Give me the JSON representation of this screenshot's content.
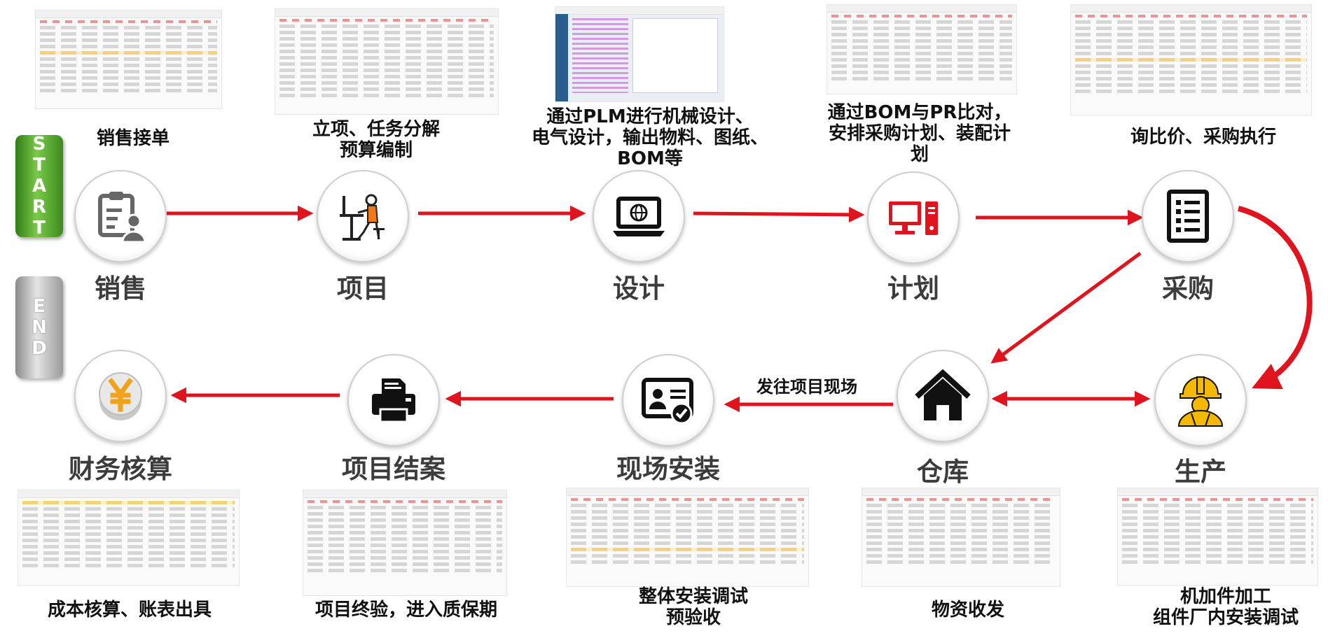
{
  "badges": {
    "start": [
      "S",
      "T",
      "A",
      "R",
      "T"
    ],
    "end": [
      "E",
      "N",
      "D"
    ]
  },
  "stages": {
    "sales": "销售",
    "project": "项目",
    "design": "设计",
    "plan": "计划",
    "purchase": "采购",
    "production": "生产",
    "warehouse": "仓库",
    "install": "现场安装",
    "closeout": "项目结案",
    "finance": "财务核算"
  },
  "captions": {
    "sales": [
      "销售接单"
    ],
    "project": [
      "立项、任务分解",
      "预算编制"
    ],
    "design": [
      "通过PLM进行机械设计、",
      "电气设计，输出物料、图纸、",
      "BOM等"
    ],
    "plan": [
      "通过BOM与PR比对，",
      "安排采购计划、装配计",
      "划"
    ],
    "purchase": [
      "询比价、采购执行"
    ],
    "finance": [
      "成本核算、账表出具"
    ],
    "closeout": [
      "项目终验，进入质保期"
    ],
    "install": [
      "整体安装调试",
      "预验收"
    ],
    "warehouse": [
      "物资收发"
    ],
    "production": [
      "机加件加工",
      "组件厂内安装调试"
    ]
  },
  "edge_labels": {
    "warehouse_to_install": "发往项目现场"
  },
  "icons": {
    "sales": "sales-clipboard-icon",
    "project": "person-at-desk-icon",
    "design": "laptop-globe-icon",
    "plan": "desktop-computer-icon",
    "purchase": "checklist-icon",
    "production": "worker-hardhat-icon",
    "warehouse": "house-icon",
    "install": "id-card-check-icon",
    "closeout": "printer-icon",
    "finance": "yuan-coin-icon"
  },
  "colors": {
    "arrow": "#e0141e",
    "start_badge": "#4fa82a",
    "end_badge": "#c8c8c8",
    "plan_icon": "#e0141e",
    "production_icon": "#f5b800",
    "finance_icon": "#f0a31a"
  }
}
